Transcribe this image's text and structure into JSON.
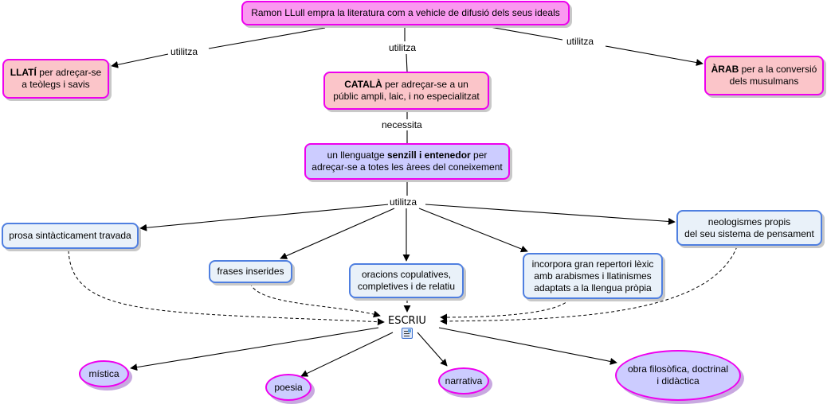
{
  "map": {
    "root": "Ramon LLull empra la literatura com a vehicle de difusió dels seus ideals",
    "llati": {
      "bold": "LLATÍ",
      "rest": " per adreçar-se",
      "line2": "a teòlegs i savis"
    },
    "catala": {
      "bold": "CATALÀ",
      "rest": " per adreçar-se a un",
      "line2": "públic ampli, laic, i no especialitzat"
    },
    "arab": {
      "bold": "ÀRAB",
      "rest": " per a la conversió",
      "line2": "dels musulmans"
    },
    "llenguatge": {
      "pre": "un llenguatge ",
      "bold": "senzill i entenedor",
      "post": " per",
      "line2": "adreçar-se a totes les àrees del coneixement"
    },
    "prosa": "prosa sintàcticament travada",
    "frases": "frases inserides",
    "oracions": {
      "line1": "oracions copulatives,",
      "line2": "completives i de relatiu"
    },
    "incorpora": {
      "line1": "incorpora gran repertori lèxic",
      "line2": "amb arabismes i llatinismes",
      "line3": "adaptats a la llengua pròpia"
    },
    "neologismes": {
      "line1": "neologismes propis",
      "line2": "del seu sistema de pensament"
    },
    "escriu": "ESCRIU",
    "mistica": "mística",
    "poesia": "poesia",
    "narrativa": "narrativa",
    "obra": {
      "line1": "obra filosòfica, doctrinal",
      "line2": "i didàctica"
    }
  },
  "links": {
    "utilitza_left": "utilitza",
    "utilitza_mid": "utilitza",
    "utilitza_right": "utilitza",
    "necessita": "necessita",
    "utilitza_lower": "utilitza"
  },
  "colors": {
    "root_fill": "#fa99f0",
    "language_fill": "#fbc5c9",
    "concept_fill": "#ccccff",
    "feature_fill": "#e9f1f9",
    "magenta_border": "#ee00ee",
    "blue_border": "#4f7fe0"
  },
  "icons": [
    "resource-document-icon"
  ]
}
